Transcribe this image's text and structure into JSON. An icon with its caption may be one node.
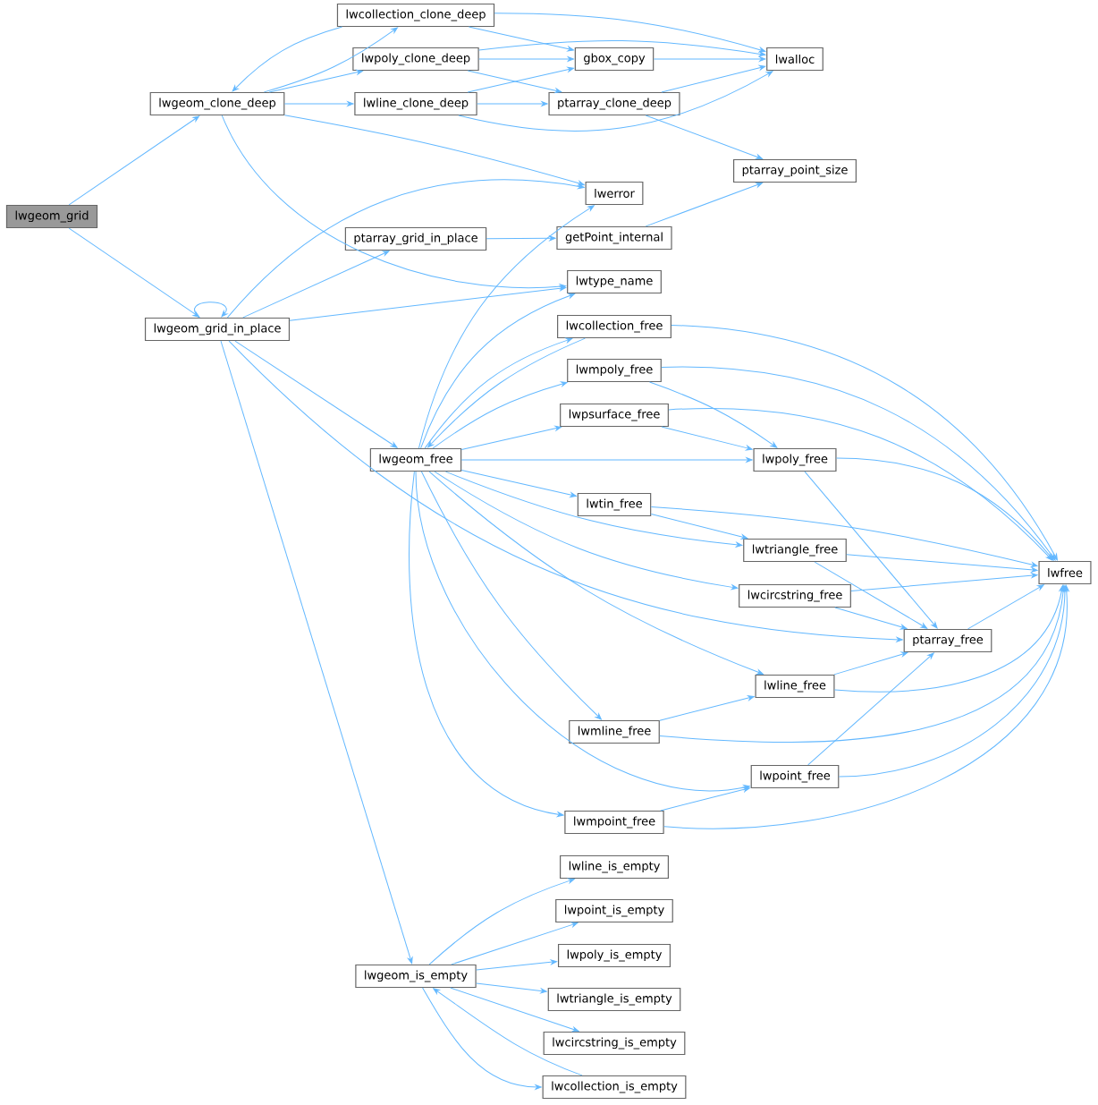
{
  "diagram": {
    "nodes": [
      {
        "text": [
          "lwgeom_grid"
        ]
      },
      {
        "text": [
          "lwgeom_clone_deep"
        ]
      },
      {
        "text": [
          "lwgeom_grid_in_place"
        ]
      },
      {
        "text": [
          "lwcollection_clone_deep"
        ]
      },
      {
        "text": [
          "lwpoly_clone_deep"
        ]
      },
      {
        "text": [
          "lwline_clone_deep"
        ]
      },
      {
        "text": [
          "gbox_copy"
        ]
      },
      {
        "text": [
          "ptarray_clone_deep"
        ]
      },
      {
        "text": [
          "lwalloc"
        ]
      },
      {
        "text": [
          "ptarray_point_size"
        ]
      },
      {
        "text": [
          "lwerror"
        ]
      },
      {
        "text": [
          "ptarray_grid_in_place"
        ]
      },
      {
        "text": [
          "getPoint_internal"
        ]
      },
      {
        "text": [
          "lwtype_name"
        ]
      },
      {
        "text": [
          "lwcollection_free"
        ]
      },
      {
        "text": [
          "lwmpoly_free"
        ]
      },
      {
        "text": [
          "lwpsurface_free"
        ]
      },
      {
        "text": [
          "lwgeom_free"
        ]
      },
      {
        "text": [
          "lwpoly_free"
        ]
      },
      {
        "text": [
          "lwtin_free"
        ]
      },
      {
        "text": [
          "lwtriangle_free"
        ]
      },
      {
        "text": [
          "lwfree"
        ]
      },
      {
        "text": [
          "lwcircstring_free"
        ]
      },
      {
        "text": [
          "ptarray_free"
        ]
      },
      {
        "text": [
          "lwline_free"
        ]
      },
      {
        "text": [
          "lwmline_free"
        ]
      },
      {
        "text": [
          "lwpoint_free"
        ]
      },
      {
        "text": [
          "lwmpoint_free"
        ]
      },
      {
        "text": [
          "lwgeom_is_empty"
        ]
      },
      {
        "text": [
          "lwline_is_empty"
        ]
      },
      {
        "text": [
          "lwpoint_is_empty"
        ]
      },
      {
        "text": [
          "lwpoly_is_empty"
        ]
      },
      {
        "text": [
          "lwtriangle_is_empty"
        ]
      },
      {
        "text": [
          "lwcircstring_is_empty"
        ]
      },
      {
        "text": [
          "lwcollection_is_empty"
        ]
      }
    ],
    "edges": [
      {
        "from": 0,
        "to": 1,
        "arrow": "to"
      },
      {
        "from": 0,
        "to": 2,
        "arrow": "to"
      },
      {
        "from": 1,
        "to": 3,
        "arrow": "to"
      },
      {
        "from": 1,
        "to": 4,
        "arrow": "to"
      },
      {
        "from": 1,
        "to": 5,
        "arrow": "to"
      },
      {
        "from": 1,
        "to": 10,
        "arrow": "to"
      },
      {
        "from": 1,
        "to": 13,
        "arrow": "to"
      },
      {
        "from": 3,
        "to": 1,
        "arrow": "to"
      },
      {
        "from": 3,
        "to": 6,
        "arrow": "to"
      },
      {
        "from": 3,
        "to": 8,
        "arrow": "to"
      },
      {
        "from": 4,
        "to": 6,
        "arrow": "to"
      },
      {
        "from": 4,
        "to": 7,
        "arrow": "to"
      },
      {
        "from": 4,
        "to": 8,
        "arrow": "to"
      },
      {
        "from": 5,
        "to": 6,
        "arrow": "to"
      },
      {
        "from": 5,
        "to": 7,
        "arrow": "to"
      },
      {
        "from": 5,
        "to": 8,
        "arrow": "to"
      },
      {
        "from": 6,
        "to": 8,
        "arrow": "to"
      },
      {
        "from": 7,
        "to": 8,
        "arrow": "to"
      },
      {
        "from": 7,
        "to": 9,
        "arrow": "to"
      },
      {
        "from": 12,
        "to": 9,
        "arrow": "to"
      },
      {
        "from": 2,
        "to": 2,
        "arrow": "to"
      },
      {
        "from": 2,
        "to": 10,
        "arrow": "to"
      },
      {
        "from": 2,
        "to": 11,
        "arrow": "to"
      },
      {
        "from": 2,
        "to": 13,
        "arrow": "to"
      },
      {
        "from": 2,
        "to": 17,
        "arrow": "to"
      },
      {
        "from": 2,
        "to": 23,
        "arrow": "to"
      },
      {
        "from": 2,
        "to": 28,
        "arrow": "to"
      },
      {
        "from": 11,
        "to": 12,
        "arrow": "to"
      },
      {
        "from": 17,
        "to": 10,
        "arrow": "to"
      },
      {
        "from": 17,
        "to": 13,
        "arrow": "to"
      },
      {
        "from": 17,
        "to": 14,
        "arrow": "to"
      },
      {
        "from": 14,
        "to": 17,
        "arrow": "to"
      },
      {
        "from": 17,
        "to": 15,
        "arrow": "to"
      },
      {
        "from": 17,
        "to": 16,
        "arrow": "to"
      },
      {
        "from": 17,
        "to": 18,
        "arrow": "to"
      },
      {
        "from": 17,
        "to": 19,
        "arrow": "to"
      },
      {
        "from": 17,
        "to": 20,
        "arrow": "to"
      },
      {
        "from": 17,
        "to": 22,
        "arrow": "to"
      },
      {
        "from": 17,
        "to": 24,
        "arrow": "to"
      },
      {
        "from": 17,
        "to": 25,
        "arrow": "to"
      },
      {
        "from": 17,
        "to": 26,
        "arrow": "to"
      },
      {
        "from": 17,
        "to": 27,
        "arrow": "to"
      },
      {
        "from": 14,
        "to": 21,
        "arrow": "to"
      },
      {
        "from": 15,
        "to": 18,
        "arrow": "to"
      },
      {
        "from": 15,
        "to": 21,
        "arrow": "to"
      },
      {
        "from": 16,
        "to": 18,
        "arrow": "to"
      },
      {
        "from": 16,
        "to": 21,
        "arrow": "to"
      },
      {
        "from": 18,
        "to": 21,
        "arrow": "to"
      },
      {
        "from": 18,
        "to": 23,
        "arrow": "to"
      },
      {
        "from": 19,
        "to": 20,
        "arrow": "to"
      },
      {
        "from": 19,
        "to": 21,
        "arrow": "to"
      },
      {
        "from": 20,
        "to": 21,
        "arrow": "to"
      },
      {
        "from": 20,
        "to": 23,
        "arrow": "to"
      },
      {
        "from": 22,
        "to": 21,
        "arrow": "to"
      },
      {
        "from": 22,
        "to": 23,
        "arrow": "to"
      },
      {
        "from": 23,
        "to": 21,
        "arrow": "to"
      },
      {
        "from": 24,
        "to": 23,
        "arrow": "to"
      },
      {
        "from": 24,
        "to": 21,
        "arrow": "to"
      },
      {
        "from": 25,
        "to": 24,
        "arrow": "to"
      },
      {
        "from": 25,
        "to": 21,
        "arrow": "to"
      },
      {
        "from": 26,
        "to": 23,
        "arrow": "to"
      },
      {
        "from": 26,
        "to": 21,
        "arrow": "to"
      },
      {
        "from": 27,
        "to": 26,
        "arrow": "to"
      },
      {
        "from": 27,
        "to": 21,
        "arrow": "to"
      },
      {
        "from": 28,
        "to": 29,
        "arrow": "to"
      },
      {
        "from": 28,
        "to": 30,
        "arrow": "to"
      },
      {
        "from": 28,
        "to": 31,
        "arrow": "to"
      },
      {
        "from": 28,
        "to": 32,
        "arrow": "to"
      },
      {
        "from": 28,
        "to": 33,
        "arrow": "to"
      },
      {
        "from": 28,
        "to": 34,
        "arrow": "to"
      },
      {
        "from": 34,
        "to": 28,
        "arrow": "to"
      }
    ]
  }
}
